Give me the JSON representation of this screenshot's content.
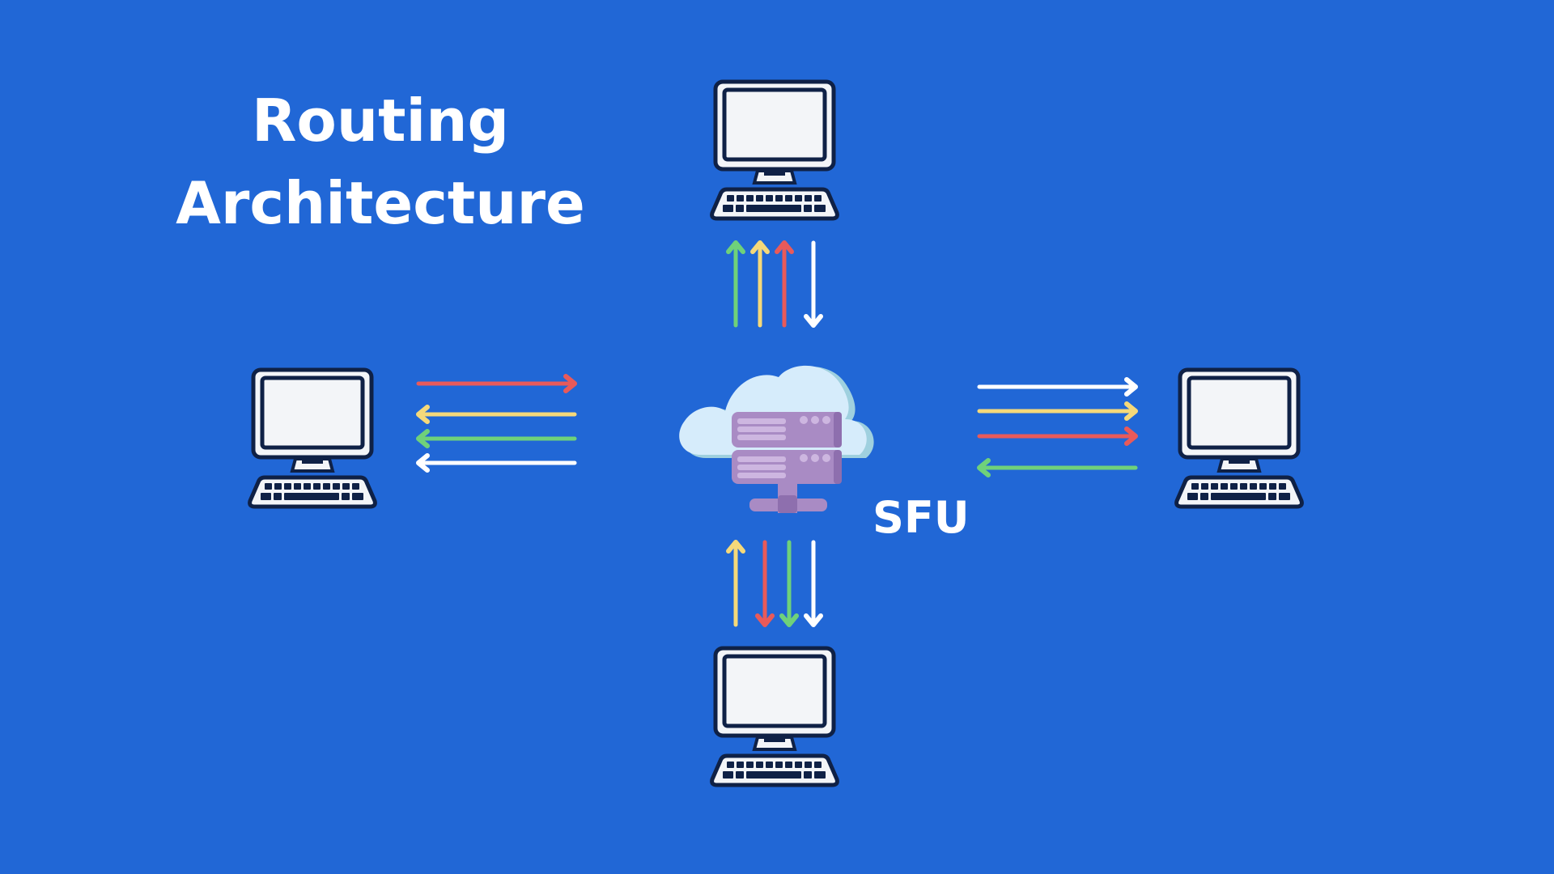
{
  "title": {
    "line1": "Routing",
    "line2": "Architecture"
  },
  "server": {
    "label": "SFU",
    "icon": "cloud-server-icon"
  },
  "colors": {
    "background": "#2167d6",
    "red": "#e85a5a",
    "yellow": "#f5d97a",
    "green": "#6fd17a",
    "white": "#ffffff",
    "cloud": "#d6ecfb",
    "cloud_shadow": "#9fd0df",
    "server": "#a98bc4",
    "server_dark": "#8e6fae",
    "server_light": "#cdb6e0",
    "monitor_fill": "#f3f5f8",
    "outline": "#0f2146"
  },
  "clients": [
    {
      "name": "top",
      "icon": "computer-icon",
      "arrows": [
        {
          "color": "green",
          "direction": "to-client"
        },
        {
          "color": "yellow",
          "direction": "to-client"
        },
        {
          "color": "red",
          "direction": "to-client"
        },
        {
          "color": "white",
          "direction": "to-server"
        }
      ]
    },
    {
      "name": "left",
      "icon": "computer-icon",
      "arrows": [
        {
          "color": "red",
          "direction": "to-server"
        },
        {
          "color": "yellow",
          "direction": "to-client"
        },
        {
          "color": "green",
          "direction": "to-client"
        },
        {
          "color": "white",
          "direction": "to-client"
        }
      ]
    },
    {
      "name": "right",
      "icon": "computer-icon",
      "arrows": [
        {
          "color": "white",
          "direction": "to-client"
        },
        {
          "color": "yellow",
          "direction": "to-client"
        },
        {
          "color": "red",
          "direction": "to-client"
        },
        {
          "color": "green",
          "direction": "to-server"
        }
      ]
    },
    {
      "name": "bottom",
      "icon": "computer-icon",
      "arrows": [
        {
          "color": "yellow",
          "direction": "to-server"
        },
        {
          "color": "red",
          "direction": "to-client"
        },
        {
          "color": "green",
          "direction": "to-client"
        },
        {
          "color": "white",
          "direction": "to-client"
        }
      ]
    }
  ]
}
